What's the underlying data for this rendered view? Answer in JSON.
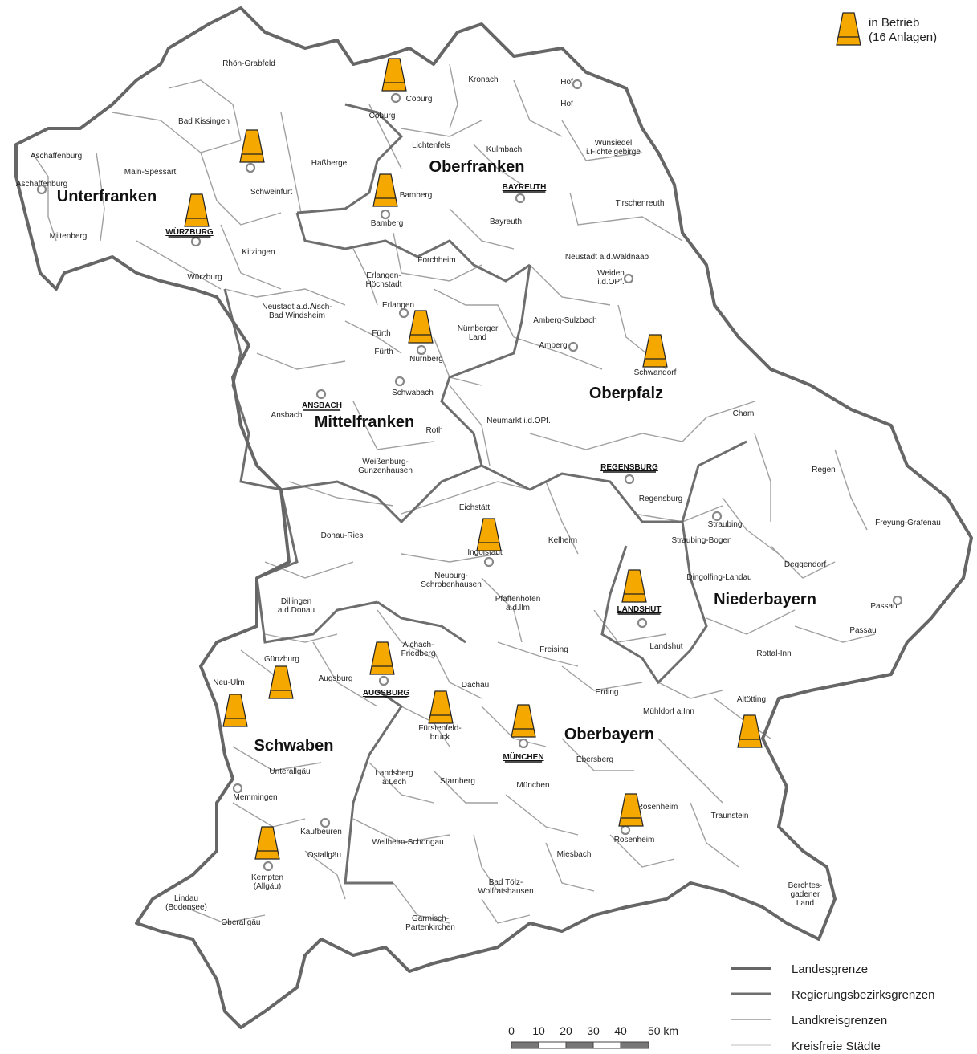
{
  "legend": {
    "plant_label_1": "in Betrieb",
    "plant_label_2": "(16 Anlagen)",
    "plant_color": "#f5a800",
    "lines": [
      {
        "label": "Landesgrenze",
        "color": "#666666"
      },
      {
        "label": "Regierungsbezirksgrenzen",
        "color": "#6e6e6e"
      },
      {
        "label": "Landkreisgrenzen",
        "color": "#9a9a9a"
      },
      {
        "label": "Kreisfreie Städte",
        "color": "#cccccc"
      }
    ]
  },
  "scale": {
    "labels": [
      "0",
      "10",
      "20",
      "30",
      "40",
      "50 km"
    ]
  },
  "regions": [
    "Unterfranken",
    "Oberfranken",
    "Mittelfranken",
    "Oberpfalz",
    "Niederbayern",
    "Oberbayern",
    "Schwaben"
  ],
  "capitals": [
    "WÜRZBURG",
    "BAYREUTH",
    "ANSBACH",
    "REGENSBURG",
    "LANDSHUT",
    "AUGSBURG",
    "MÜNCHEN"
  ],
  "counties": [
    "Rhön-Grabfeld",
    "Bad Kissingen",
    "Aschaffenburg",
    "Aschaffenburg",
    "Main-Spessart",
    "Miltenberg",
    "Schweinfurt",
    "Haßberge",
    "Würzburg",
    "Kitzingen",
    "Coburg",
    "Coburg",
    "Kronach",
    "Hof",
    "Hof",
    "Lichtenfels",
    "Kulmbach",
    "Wunsiedel i.Fichtelgebirge",
    "Bamberg",
    "Bamberg",
    "Bayreuth",
    "Tirschenreuth",
    "Forchheim",
    "Erlangen-Höchstadt",
    "Erlangen",
    "Neustadt a.d.Aisch-Bad Windsheim",
    "Fürth",
    "Fürth",
    "Nürnberg",
    "Nürnberger Land",
    "Schwabach",
    "Neustadt a.d.Waldnaab",
    "Weiden i.d.OPf.",
    "Amberg-Sulzbach",
    "Amberg",
    "Schwandorf",
    "Ansbach",
    "Roth",
    "Neumarkt i.d.OPf.",
    "Cham",
    "Weißenburg-Gunzenhausen",
    "Regen",
    "Regensburg",
    "Donau-Ries",
    "Eichstätt",
    "Straubing",
    "Freyung-Grafenau",
    "Kelheim",
    "Straubing-Bogen",
    "Deggendorf",
    "Ingolstadt",
    "Dingolfing-Landau",
    "Neuburg-Schrobenhausen",
    "Pfaffenhofen a.d.Ilm",
    "Dillingen a.d.Donau",
    "Passau",
    "Passau",
    "Aichach-Friedberg",
    "Freising",
    "Landshut",
    "Rottal-Inn",
    "Günzburg",
    "Neu-Ulm",
    "Augsburg",
    "Dachau",
    "Erding",
    "Mühldorf a.Inn",
    "Altötting",
    "Fürstenfeld-bruck",
    "Ebersberg",
    "Unterallgäu",
    "Landsberg a.Lech",
    "Starnberg",
    "München",
    "Memmingen",
    "Rosenheim",
    "Rosenheim",
    "Traunstein",
    "Kaufbeuren",
    "Weilheim-Schongau",
    "Miesbach",
    "Ostallgäu",
    "Kempten (Allgäu)",
    "Bad Tölz-Wolfratshausen",
    "Berchtes-gadener Land",
    "Lindau (Bodensee)",
    "Oberallgäu",
    "Garmisch-Partenkirchen"
  ]
}
